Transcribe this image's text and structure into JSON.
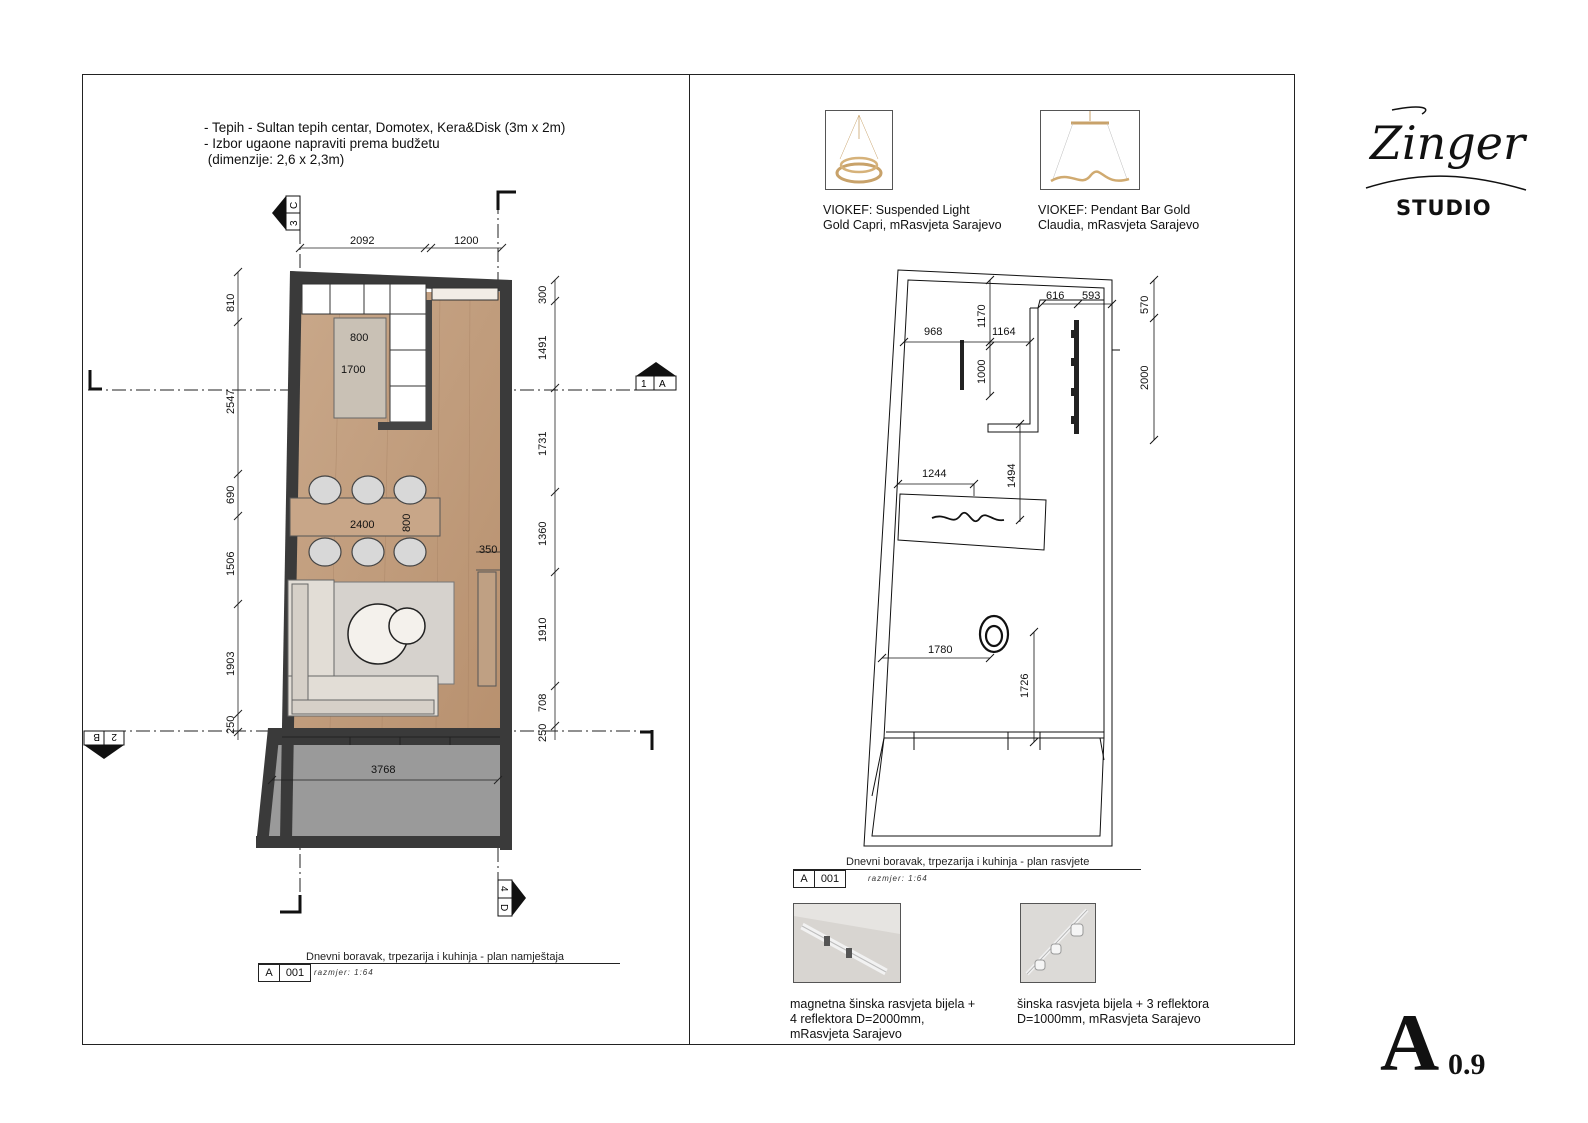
{
  "notes": {
    "line1": "- Tepih - Sultan tepih centar, Domotex, Kera&Disk (3m x 2m)",
    "line2": "- Izbor ugaone napraviti prema budžetu",
    "line3": " (dimenzije: 2,6 x 2,3m)"
  },
  "products": {
    "p1": {
      "line1": "VIOKEF: Suspended Light",
      "line2": "Gold Capri, mRasvjeta Sarajevo"
    },
    "p2": {
      "line1": "VIOKEF: Pendant Bar Gold",
      "line2": "Claudia, mRasvjeta Sarajevo"
    },
    "p3": {
      "line1": "magnetna šinska rasvjeta bijela +",
      "line2": "4 reflektora D=2000mm,",
      "line3": "mRasvjeta Sarajevo"
    },
    "p4": {
      "line1": "šinska rasvjeta bijela + 3 reflektora",
      "line2": "D=1000mm, mRasvjeta Sarajevo"
    }
  },
  "brand": {
    "script": "Zinger",
    "studio": "STUDIO"
  },
  "sheet": {
    "letter": "A",
    "number": "0.9"
  },
  "furniture_plan": {
    "title": "Dnevni boravak, trpezarija i kuhinja - plan namještaja",
    "ref_letter": "A",
    "ref_num": "001",
    "scale": "razmjer: 1:64",
    "dims": {
      "top1": "2092",
      "top2": "1200",
      "left1": "810",
      "left2": "2547",
      "left3": "690",
      "left4": "1506",
      "left5": "1903",
      "left6": "250",
      "right1": "300",
      "right2": "1491",
      "right3": "1731",
      "right4": "1360",
      "right5": "1910",
      "right6": "708",
      "right7": "250",
      "island_w": "800",
      "island_l": "1700",
      "table_l": "2400",
      "table_w": "800",
      "tv": "350",
      "balcony": "3768"
    },
    "markers": {
      "m1_num": "1",
      "m1_letter": "A",
      "m2_num": "2",
      "m2_letter": "B",
      "m3_num": "3",
      "m3_letter": "C",
      "m4_num": "4",
      "m4_letter": "D"
    }
  },
  "lighting_plan": {
    "title": "Dnevni boravak, trpezarija i kuhinja - plan rasvjete",
    "ref_letter": "A",
    "ref_num": "001",
    "scale": "razmjer: 1:64",
    "dims": {
      "d968": "968",
      "d1170": "1170",
      "d1164": "1164",
      "d1000": "1000",
      "d616": "616",
      "d593": "593",
      "d570": "570",
      "d2000": "2000",
      "d1244": "1244",
      "d1494": "1494",
      "d1780": "1780",
      "d1726": "1726"
    }
  }
}
